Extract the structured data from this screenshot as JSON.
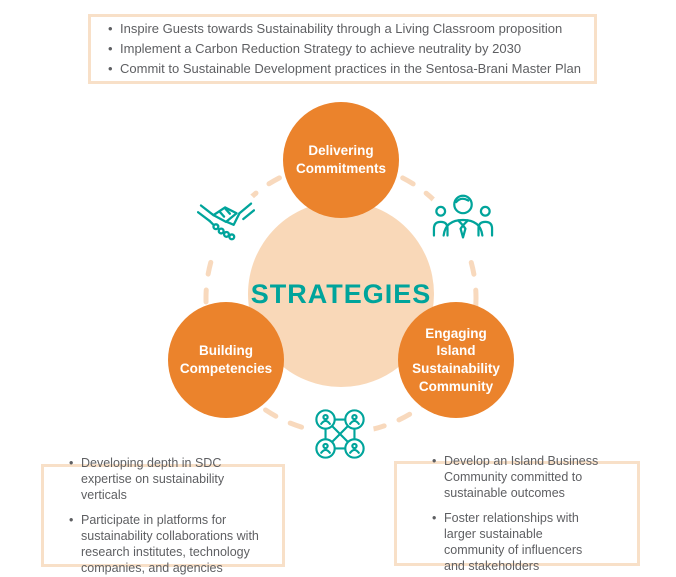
{
  "colors": {
    "orange": "#EB832C",
    "peach": "#F9D8B8",
    "peach_border": "#F8E0C8",
    "teal": "#00A49B",
    "body_text": "#5E5F62"
  },
  "top_box": {
    "bullets": [
      "Inspire Guests towards Sustainability through a Living Classroom proposition",
      "Implement a Carbon Reduction Strategy to achieve neutrality by 2030",
      "Commit to Sustainable Development practices in the Sentosa-Brani Master Plan"
    ]
  },
  "diagram": {
    "center_label": "STRATEGIES",
    "node_top": "Delivering Commitments",
    "node_left": "Building Competencies",
    "node_right": "Engaging Island Sustainability Community",
    "icons": [
      "handshake-icon",
      "team-leader-icon",
      "community-network-icon"
    ]
  },
  "bottom_left_box": {
    "bullets": [
      "Developing depth in SDC expertise on sustainability verticals",
      "Participate in platforms for sustainability collaborations with research institutes, technology companies, and agencies"
    ]
  },
  "bottom_right_box": {
    "bullets": [
      "Develop an Island Business Community committed to sustainable outcomes",
      "Foster relationships with larger sustainable community of influencers and stakeholders"
    ]
  }
}
